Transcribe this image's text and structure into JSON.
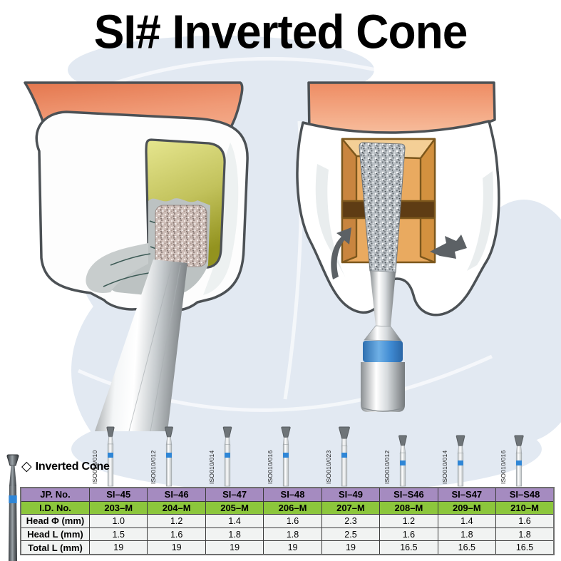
{
  "title": "SI# Inverted Cone",
  "legend": {
    "icon_glyph": "◇",
    "label": "Inverted Cone"
  },
  "table": {
    "row_labels": [
      "JP. No.",
      "I.D. No.",
      "Head Φ (mm)",
      "Head L (mm)",
      "Total L (mm)"
    ]
  },
  "products": [
    {
      "iso": "ISO010/010",
      "jp_no": "SI–45",
      "id_no": "203–M",
      "head_d_mm": "1.0",
      "head_l_mm": "1.5",
      "total_l_mm": "19"
    },
    {
      "iso": "ISO010/012",
      "jp_no": "SI–46",
      "id_no": "204–M",
      "head_d_mm": "1.2",
      "head_l_mm": "1.6",
      "total_l_mm": "19"
    },
    {
      "iso": "ISO010/014",
      "jp_no": "SI–47",
      "id_no": "205–M",
      "head_d_mm": "1.4",
      "head_l_mm": "1.8",
      "total_l_mm": "19"
    },
    {
      "iso": "ISO010/016",
      "jp_no": "SI–48",
      "id_no": "206–M",
      "head_d_mm": "1.6",
      "head_l_mm": "1.8",
      "total_l_mm": "19"
    },
    {
      "iso": "ISO010/023",
      "jp_no": "SI–49",
      "id_no": "207–M",
      "head_d_mm": "2.3",
      "head_l_mm": "2.5",
      "total_l_mm": "19"
    },
    {
      "iso": "ISO010/012",
      "jp_no": "SI–S46",
      "id_no": "208–M",
      "head_d_mm": "1.2",
      "head_l_mm": "1.6",
      "total_l_mm": "16.5"
    },
    {
      "iso": "ISO010/014",
      "jp_no": "SI–S47",
      "id_no": "209–M",
      "head_d_mm": "1.4",
      "head_l_mm": "1.8",
      "total_l_mm": "16.5"
    },
    {
      "iso": "ISO010/016",
      "jp_no": "SI–S48",
      "id_no": "210–M",
      "head_d_mm": "1.6",
      "head_l_mm": "1.8",
      "total_l_mm": "16.5"
    }
  ],
  "colors": {
    "header_purple": "#a58bc0",
    "header_green": "#8cc63c",
    "bur_band_blue": "#2f86d6",
    "gum_salmon": "#f09a76",
    "cavity_olive": "#b9b94e",
    "prep_box_orange": "#e9aa60",
    "watermark_blue": "#e2e9f2",
    "outline_gray": "#4c5155"
  }
}
